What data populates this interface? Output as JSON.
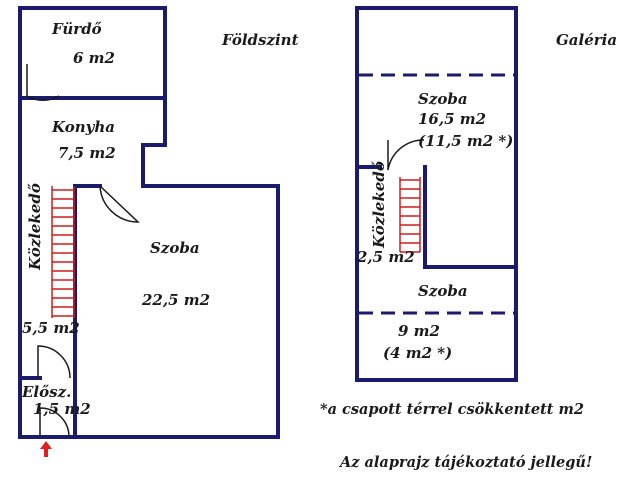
{
  "ground_floor": {
    "title": "Földszint",
    "rooms": [
      {
        "name": "Fürdő",
        "area": "6 m2"
      },
      {
        "name": "Konyha",
        "area": "7,5 m2"
      },
      {
        "name": "Szoba",
        "area": "22,5 m2"
      },
      {
        "name": "Közlekedő",
        "area": "5,5 m2"
      },
      {
        "name": "Elősz.",
        "area": "1,5 m2"
      }
    ]
  },
  "gallery": {
    "title": "Galéria",
    "rooms": [
      {
        "name": "Szoba",
        "area": "16,5 m2",
        "reduced": "(11,5 m2 *)"
      },
      {
        "name": "Közlekedő",
        "area": "2,5 m2"
      },
      {
        "name": "Szoba",
        "area": "9 m2",
        "reduced": "(4 m2 *)"
      }
    ]
  },
  "notes": {
    "reduced_area": "*a csapott térrel csökkentett m2",
    "disclaimer": "Az alaprajz tájékoztató jellegű!"
  },
  "colors": {
    "wall": "#1b1b6e",
    "window": "#a9c3dc",
    "stairs": "#cc1f1f",
    "entrance_arrow": "#e02020"
  }
}
